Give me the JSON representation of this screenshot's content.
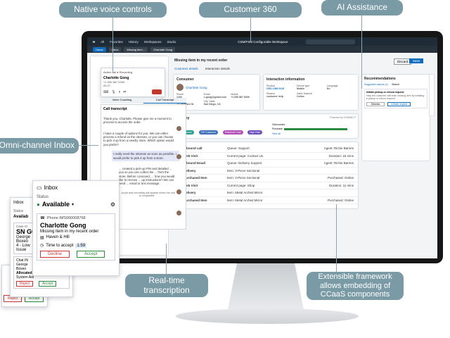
{
  "callouts": {
    "native_voice": "Native voice controls",
    "customer360": "Customer 360",
    "ai": "AI Assistance",
    "omni": "Omni-channel Inbox",
    "realtime": "Real-time transcription",
    "extensible": "Extensible framework allows embedding of CCaaS components"
  },
  "app": {
    "nav": [
      "All",
      "Favorites",
      "History",
      "Workspaces",
      "Studio"
    ],
    "title": "CSM/FSM Configurable Workspace",
    "tabs": [
      "Home",
      "Inbox",
      "Missing item...",
      "Charlotte Gong"
    ],
    "record_title": "Missing item in my recent order",
    "subtabs": [
      "Customer details",
      "Interaction details"
    ],
    "discard": "Discard",
    "save": "Save"
  },
  "voice": {
    "status": "Active call",
    "recording": "Recording",
    "name": "Charlotte Gong",
    "phone": "+1 650 867 5309",
    "time": "00:27",
    "tab1": "Voice Coaching",
    "tab2": "Call Transcript"
  },
  "transcript": {
    "title": "Call transcript",
    "messages": [
      "Thank you, Charlotte. Please give me a moment to process to access the order.",
      "I have a couple of options for you. We can either process a refund on the ottoman, or you can choose to pick it up from a nearby store. Which option would you prefer?",
      "I really need the ottoman as soon as possible. I would prefer to pick it up from a store.",
      "... created a pick-up PIN and detailed ... you so you can collect the ... from the store. Before I proceed, ... how you would like to receive ... up instructions? We can send ... email or text message."
    ],
    "footer": "...script and recording will appear when the call is completed."
  },
  "consumer": {
    "heading": "Consumer",
    "name": "Charlotte Gong",
    "fields": [
      {
        "label": "Phone",
        "value": "1200"
      },
      {
        "label": "Email",
        "value": "c.gong@gmail.com"
      },
      {
        "label": "Mobile",
        "value": "+1 650 867 5309"
      },
      {
        "label": "Street",
        "value": "747 Howard St."
      },
      {
        "label": "City, State",
        "value": "San Diego, CA"
      }
    ]
  },
  "interaction": {
    "heading": "Interaction information",
    "fields": [
      {
        "label": "Product",
        "value": "CRO 1080 5115"
      },
      {
        "label": "Device type",
        "value": "Mobile"
      },
      {
        "label": "Language",
        "value": "En"
      },
      {
        "label": "Reason",
        "value": "customer help"
      },
      {
        "label": "Sales channel",
        "value": "Online"
      }
    ]
  },
  "journey": {
    "heading": "Journey",
    "powered": "Powered by CONNECT",
    "badges": [
      "5+ Customer",
      "VIP Customer",
      "Preferred Cust",
      "High Risk"
    ],
    "outcomes": "Outcomes",
    "purchase_label": "Purchase",
    "view_all": "View all"
  },
  "activities": [
    {
      "type": "Inbound call",
      "detail": "Queue: Support",
      "right": "Agent: Richie Barnes"
    },
    {
      "type": "Web Visit",
      "detail": "Current page: Contact Us",
      "right": "Duration: 15 mins"
    },
    {
      "type": "Inbound Email",
      "detail": "Queue: Delivery Support",
      "right": "Agent: Richie Barnes"
    },
    {
      "type": "Delivery",
      "detail": "Item: 3-Piece Sectional",
      "right": ""
    },
    {
      "type": "Purchased Item",
      "detail": "Item: 3-Piece Sectional",
      "right": "Purchased: Online"
    },
    {
      "type": "Web Visit",
      "detail": "Current page: Shop",
      "right": "Duration: 11 mins"
    },
    {
      "type": "Delivery",
      "detail": "Item: Metal Arched Mirror",
      "right": ""
    },
    {
      "type": "Purchased Item",
      "detail": "Item: Metal Arched Mirror",
      "right": "Purchased: Online"
    }
  ],
  "recommendations": {
    "heading": "Recommendations",
    "tab1": "Suggested actions (1)",
    "tab2": "Search",
    "item": "Initiate pickup or refund request",
    "desc": "Help the customer with their missing item by initiating a pickup or refund request.",
    "dismiss": "Dismiss",
    "action": "Initiate request"
  },
  "inbox": {
    "title": "Inbox",
    "status_label": "Status",
    "status_value": "Available",
    "phone_id": "Phone IMS000008768",
    "name": "Charlotte Gong",
    "subject": "Missing item in my recent order",
    "company": "Haven & Hill",
    "accept_label": "Time to accept",
    "timer": "1:59",
    "decline": "Decline",
    "accept": "Accept"
  },
  "inbox2": {
    "title": "Inbox",
    "status": "Status",
    "avail": "Availab",
    "case": "Case Cl",
    "code": "SN GC",
    "name": "George",
    "company": "Boxeo",
    "line": "4 - Low",
    "issue": "Issue",
    "chat": "Chat IN",
    "chat_name": "George",
    "chat_company": "Boxeo",
    "allocated": "Allocated I",
    "sys": "System Adi",
    "reject": "Reject",
    "accept": "Accept"
  },
  "inbox3": {
    "reject": "Reject",
    "accept": "Accept"
  },
  "colors": {
    "callout": "#7a9aa5",
    "brand": "#0f6cbd",
    "monitor": "#161616",
    "available": "#2b8a3e"
  }
}
